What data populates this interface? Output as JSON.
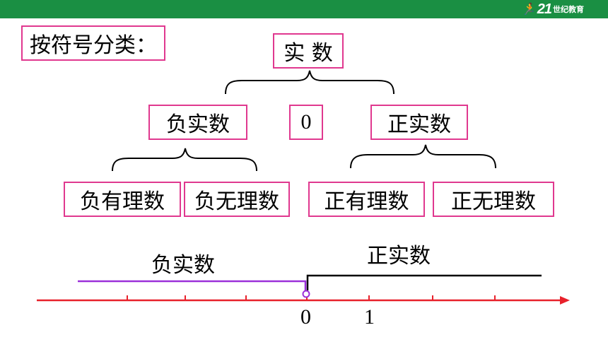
{
  "header": {
    "logo_number": "21",
    "logo_text": "世纪教育"
  },
  "classification": {
    "title": "按符号分类：",
    "root": "实 数",
    "negative": "负实数",
    "zero": "0",
    "positive": "正实数",
    "leaves": [
      "负有理数",
      "负无理数",
      "正有理数",
      "正无理数"
    ]
  },
  "number_line": {
    "negative_label": "负实数",
    "positive_label": "正实数",
    "origin_label": "0",
    "unit_label": "1",
    "colors": {
      "axis": "#e8212b",
      "negative_ray": "#9b30d9",
      "positive_ray": "#000000",
      "box_border": "#e0388f",
      "header": "#1a8f43"
    }
  }
}
